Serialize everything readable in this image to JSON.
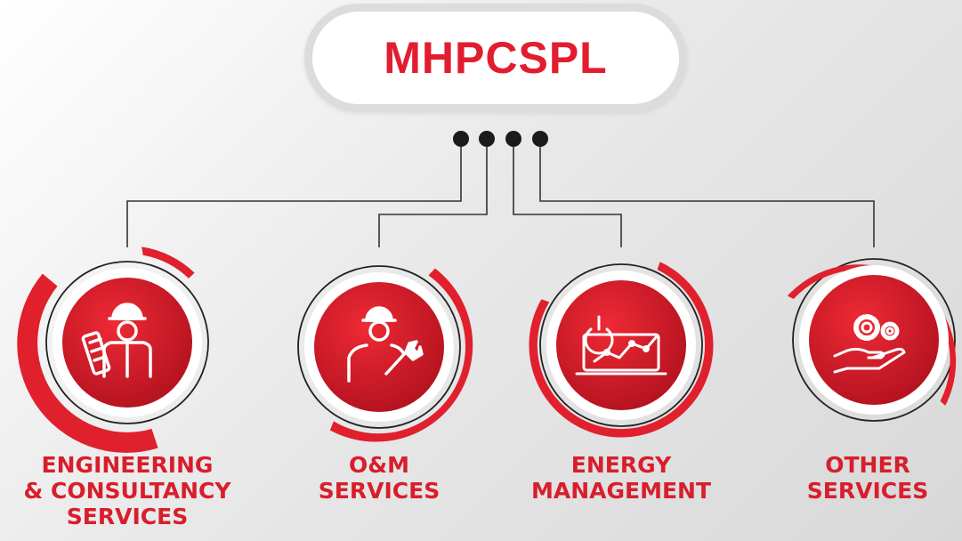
{
  "title": "MHPCSPL",
  "accent_color": "#e21d2f",
  "services": [
    {
      "id": "engineering",
      "icon": "engineer-blueprint-icon",
      "lines": [
        "ENGINEERING",
        "& CONSULTANCY",
        "SERVICES"
      ]
    },
    {
      "id": "om",
      "icon": "technician-wrench-icon",
      "lines": [
        "O&M",
        "SERVICES"
      ]
    },
    {
      "id": "energy",
      "icon": "power-monitor-chart-icon",
      "lines": [
        "ENERGY",
        "MANAGEMENT"
      ]
    },
    {
      "id": "other",
      "icon": "gears-hand-icon",
      "lines": [
        "OTHER",
        "SERVICES"
      ]
    }
  ]
}
